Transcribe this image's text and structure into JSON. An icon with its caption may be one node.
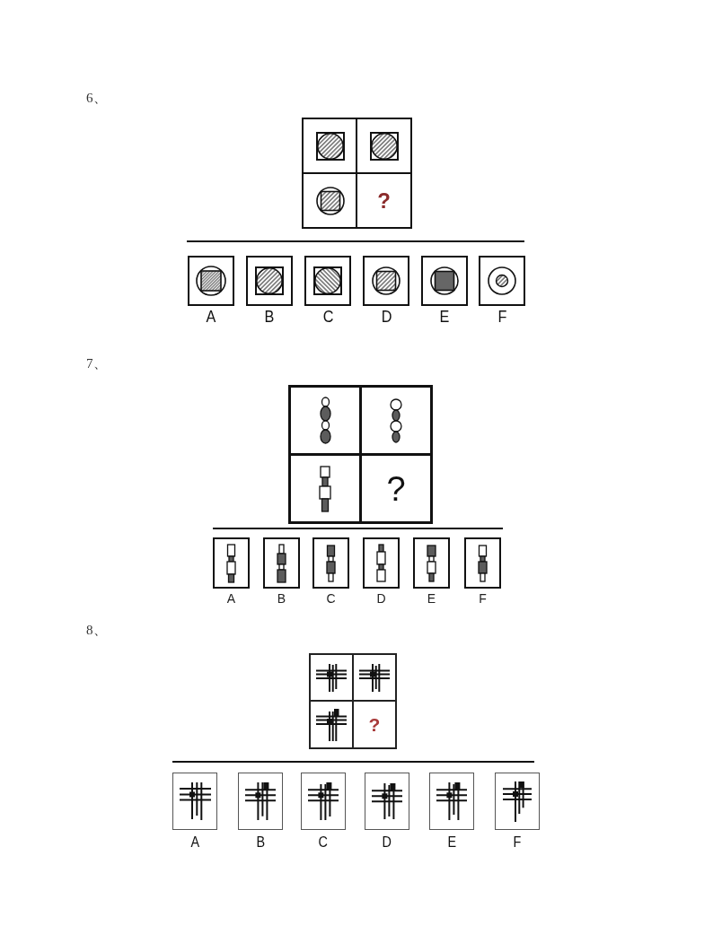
{
  "diagram": {
    "nodes": [
      {
        "text": [],
        "shape": "picture"
      },
      {
        "text": [],
        "shape": "picture"
      },
      {
        "text": [],
        "shape": "picture"
      },
      {
        "text": [
          "?"
        ]
      },
      {
        "text": [],
        "shape": "picture",
        "beside": [
          "A"
        ]
      },
      {
        "text": [],
        "shape": "picture",
        "beside": [
          "B"
        ]
      },
      {
        "text": [],
        "shape": "picture",
        "beside": [
          "C"
        ]
      },
      {
        "text": [],
        "shape": "picture",
        "beside": [
          "D"
        ]
      },
      {
        "text": [],
        "shape": "picture",
        "beside": [
          "E"
        ]
      },
      {
        "text": [],
        "shape": "picture",
        "beside": [
          "F"
        ]
      },
      {
        "text": [],
        "shape": "picture"
      },
      {
        "text": [],
        "shape": "picture"
      },
      {
        "text": [],
        "shape": "picture"
      },
      {
        "text": [
          "?"
        ]
      },
      {
        "text": [],
        "shape": "picture",
        "beside": [
          "A"
        ]
      },
      {
        "text": [],
        "shape": "picture",
        "beside": [
          "B"
        ]
      },
      {
        "text": [],
        "shape": "picture",
        "beside": [
          "C"
        ]
      },
      {
        "text": [],
        "shape": "picture",
        "beside": [
          "D"
        ]
      },
      {
        "text": [],
        "shape": "picture",
        "beside": [
          "E"
        ]
      },
      {
        "text": [],
        "shape": "picture",
        "beside": [
          "F"
        ]
      },
      {
        "text": [],
        "shape": "picture"
      },
      {
        "text": [],
        "shape": "picture"
      },
      {
        "text": [],
        "shape": "picture"
      },
      {
        "text": [
          "?"
        ]
      },
      {
        "text": [],
        "shape": "picture",
        "beside": [
          "A"
        ]
      },
      {
        "text": [],
        "shape": "picture",
        "beside": [
          "B"
        ]
      },
      {
        "text": [],
        "shape": "picture",
        "beside": [
          "C"
        ]
      },
      {
        "text": [],
        "shape": "picture",
        "beside": [
          "D"
        ]
      },
      {
        "text": [],
        "shape": "picture",
        "beside": [
          "E"
        ]
      },
      {
        "text": [],
        "shape": "picture",
        "beside": [
          "F"
        ]
      }
    ],
    "labels": [
      "6、",
      "7、",
      "8、"
    ]
  }
}
